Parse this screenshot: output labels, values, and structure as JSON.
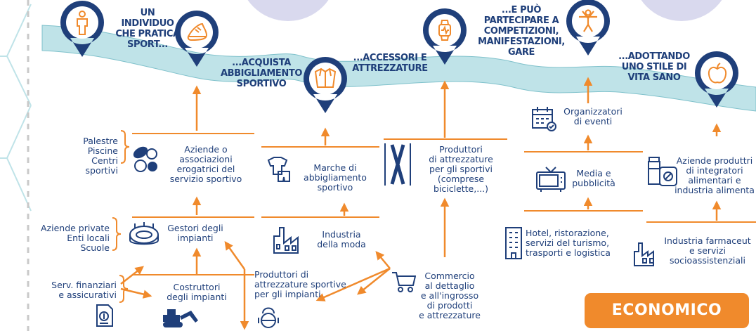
{
  "colors": {
    "navy": "#1f3f7a",
    "orange": "#f08a2c",
    "river": "#bfe3e8",
    "river_stroke": "#7fc1cb",
    "lavender": "#d9d9ee"
  },
  "headings": {
    "h1": [
      "UN",
      "INDIVIDUO",
      "CHE PRATICA",
      "SPORT..."
    ],
    "h2": [
      "...ACQUISTA",
      "ABBIGLIAMENTO",
      "SPORTIVO"
    ],
    "h3": [
      "...ACCESSORI E",
      "ATTREZZATURE"
    ],
    "h4": [
      "...E PUÒ",
      "PARTECIPARE A",
      "COMPETIZIONI,",
      "MANIFESTAZIONI,",
      "GARE"
    ],
    "h5": [
      "...ADOTTANDO",
      "UNO STILE DI",
      "VITA SANO"
    ]
  },
  "labels": {
    "palestre": [
      "Palestre",
      "Piscine",
      "Centri sportivi"
    ],
    "aziende_servizio": [
      "Aziende o",
      "associazioni",
      "erogatrici del",
      "servizio sportivo"
    ],
    "aziende_private": [
      "Aziende private",
      "Enti locali",
      "Scuole"
    ],
    "gestori": [
      "Gestori degli",
      "impianti"
    ],
    "serv_fin": [
      "Serv. finanziari",
      "e assicurativi"
    ],
    "costruttori": [
      "Costruttori",
      "degli impianti"
    ],
    "marche": [
      "Marche di",
      "abbigliamento",
      "sportivo"
    ],
    "industria_moda": [
      "Industria",
      "della moda"
    ],
    "produttori_impianti": [
      "Produttori di",
      "attrezzature sportive",
      "per gli impianti"
    ],
    "produttori_sportivi": [
      "Produttori",
      "di attrezzature",
      "per gli sportivi",
      "(comprese",
      "biciclette,...)"
    ],
    "commercio": [
      "Commercio",
      "al dettaglio",
      "e all'ingrosso",
      "di prodotti",
      "e attrezzature"
    ],
    "organizzatori": [
      "Organizzatori",
      "di eventi"
    ],
    "media": [
      "Media e",
      "pubblicità"
    ],
    "hotel": [
      "Hotel, ristorazione,",
      "servizi del turismo,",
      "trasporti e logistica"
    ],
    "integratori": [
      "Aziende produttri",
      "di integratori",
      "alimentari e",
      "industria alimenta"
    ],
    "farmaceutica": [
      "Industria farmaceut",
      "e servizi",
      "socioassistenziali"
    ]
  },
  "badge": {
    "label": "ECONOMICO"
  },
  "icons": {
    "pin1": "person-icon",
    "pin2": "running-shoe-icon",
    "pin3": "jacket-icon",
    "pin4": "smartwatch-icon",
    "pin5": "athlete-finish-icon",
    "pin6": "apple-icon",
    "balls": "sport-balls-icon",
    "stadium": "stadium-icon",
    "finance": "finance-document-icon",
    "excavator": "excavator-icon",
    "clothes": "sportswear-icon",
    "factory1": "factory-icon",
    "kettlebell": "kettlebell-icon",
    "skis": "skis-icon",
    "cart": "shopping-cart-icon",
    "calendar": "calendar-icon",
    "tv": "tv-icon",
    "building": "hotel-building-icon",
    "supplements": "supplements-icon",
    "factory2": "pharma-factory-icon"
  }
}
